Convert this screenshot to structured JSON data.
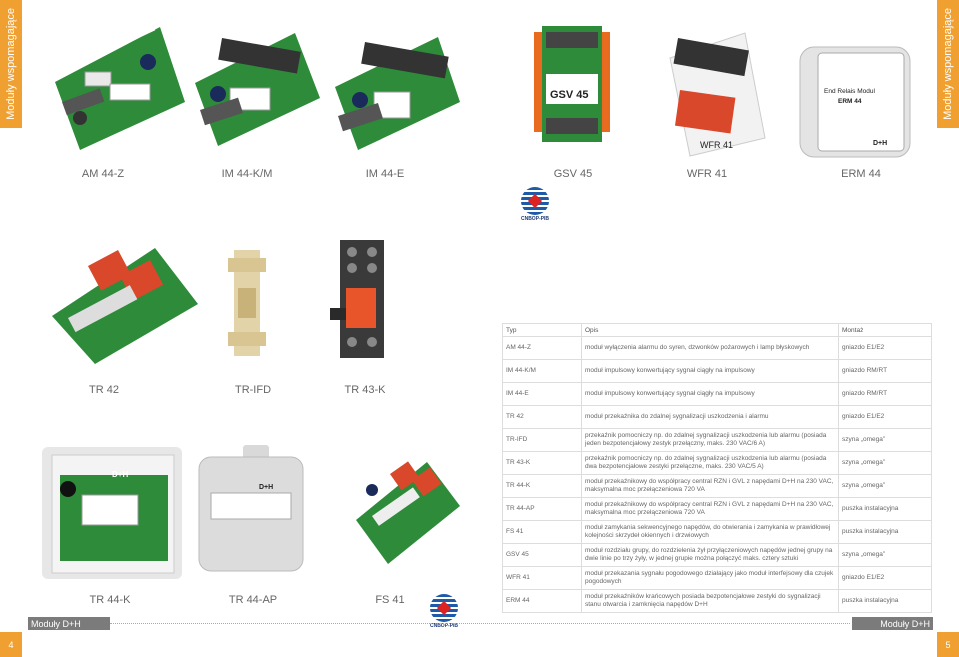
{
  "side_tab": {
    "left": "Moduły wspomagające",
    "right": "Moduły wspomagające"
  },
  "captions_top": [
    "AM 44-Z",
    "IM 44-K/M",
    "IM 44-E",
    "GSV 45",
    "WFR 41",
    "ERM 44"
  ],
  "captions_mid": [
    "TR 42",
    "TR-IFD",
    "TR 43-K"
  ],
  "captions_bottom": [
    "TR 44-K",
    "TR 44-AP",
    "FS 41"
  ],
  "cert": {
    "label": "CNBOP-PIB"
  },
  "photo_labels": {
    "gsv": "GSV 45",
    "erm_title": "End Relais Modul",
    "erm_code": "ERM 44",
    "wfr": "WFR 41",
    "brand": "D+H"
  },
  "table": {
    "headers": {
      "type": "Typ",
      "desc": "Opis",
      "mount": "Montaż"
    },
    "rows": [
      {
        "type": "AM 44-Z",
        "desc": "moduł wyłączenia alarmu do syren, dzwonków pożarowych i lamp błyskowych",
        "mount": "gniazdo E1/E2"
      },
      {
        "type": "IM 44-K/M",
        "desc": "moduł impulsowy konwertujący sygnał ciągły na impulsowy",
        "mount": "gniazdo RM/RT"
      },
      {
        "type": "IM 44-E",
        "desc": "moduł impulsowy konwertujący sygnał ciągły na impulsowy",
        "mount": "gniazdo RM/RT"
      },
      {
        "type": "TR 42",
        "desc": "moduł przekaźnika do zdalnej sygnalizacji uszkodzenia i alarmu",
        "mount": "gniazdo E1/E2"
      },
      {
        "type": "TR-IFD",
        "desc": "przekaźnik pomocniczy np. do zdalnej sygnalizacji uszkodzenia lub alarmu (posiada jeden bezpotencjałowy zestyk przełączny, maks. 230 VAC/6 A)",
        "mount": "szyna „omega”"
      },
      {
        "type": "TR 43-K",
        "desc": "przekaźnik pomocniczy np. do zdalnej sygnalizacji uszkodzenia lub alarmu (posiada dwa bezpotencjałowe zestyki przełączne, maks. 230 VAC/5 A)",
        "mount": "szyna „omega”"
      },
      {
        "type": "TR 44-K",
        "desc": "moduł przekaźnikowy do współpracy central RZN i GVL z napędami D+H na 230 VAC, maksymalna moc przełączeniowa 720 VA",
        "mount": "szyna „omega”"
      },
      {
        "type": "TR 44-AP",
        "desc": "moduł przekaźnikowy do współpracy central RZN i GVL z napędami D+H na 230 VAC, maksymalna moc przełączeniowa 720 VA",
        "mount": "puszka instalacyjna"
      },
      {
        "type": "FS 41",
        "desc": "moduł zamykania sekwencyjnego napędów, do otwierania i zamykania w prawidłowej kolejności skrzydeł okiennych i drzwiowych",
        "mount": "puszka instalacyjna"
      },
      {
        "type": "GSV 45",
        "desc": "moduł rozdziału grupy, do rozdzielenia żył przyłączeniowych napędów jednej grupy na dwie linie po trzy żyły, w jednej grupie można połączyć maks. cztery sztuki",
        "mount": "szyna „omega”"
      },
      {
        "type": "WFR 41",
        "desc": "moduł przekazania sygnału pogodowego działający jako moduł interfejsowy dla czujek pogodowych",
        "mount": "gniazdo E1/E2"
      },
      {
        "type": "ERM 44",
        "desc": "moduł przekaźników krańcowych posiada bezpotencjałowe zestyki do sygnalizacji stanu otwarcia i zamknięcia napędów D+H",
        "mount": "puszka instalacyjna"
      }
    ]
  },
  "footer": {
    "left_label": "Moduły D+H",
    "right_label": "Moduły D+H",
    "page_left": "4",
    "page_right": "5"
  },
  "colors": {
    "accent": "#f0a030",
    "pcb_green": "#2e8b3a",
    "relay_red": "#d9482b",
    "bar_grey": "#7b7b7b"
  }
}
